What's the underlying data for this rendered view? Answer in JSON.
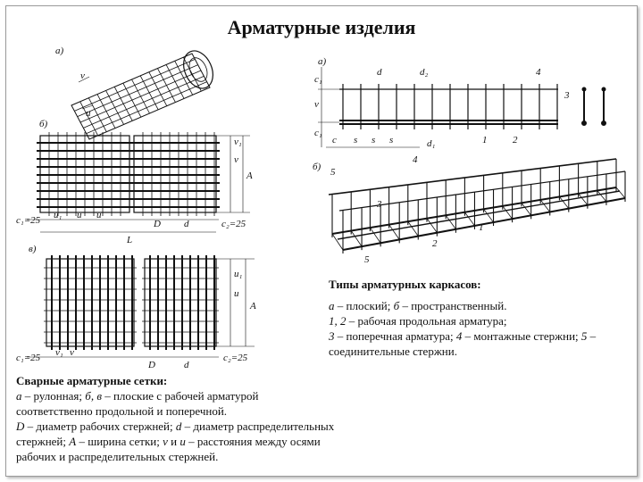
{
  "title": "Арматурные изделия",
  "figure_labels": {
    "a_left": "а)",
    "b_left": "б)",
    "v_left": "в)",
    "a_right": "а)",
    "b_right": "б)",
    "d": "d",
    "d1": "d₁",
    "d2": "d₂",
    "D": "D",
    "A": "A",
    "L": "L",
    "u": "u",
    "u1": "u₁",
    "v": "v",
    "v1": "v₁",
    "c": "c",
    "c1": "c₁",
    "c1_25": "c₁=25",
    "c2_25": "c₂=25",
    "s": "s",
    "n1": "1",
    "n2": "2",
    "n3": "3",
    "n4": "4",
    "n5": "5"
  },
  "frames_caption": {
    "heading": "Типы арматурных каркасов:",
    "lines": [
      {
        "key": "а",
        "text": " – плоский; "
      },
      {
        "key": "б",
        "text": " – пространственный."
      },
      {
        "key": "1, 2",
        "text": " – рабочая продольная арматура;"
      },
      {
        "key": "3",
        "text": " – поперечная арматура; "
      },
      {
        "key": "4",
        "text": " – монтажные стержни; "
      },
      {
        "key": "5",
        "text": " – соединительные стержни."
      }
    ]
  },
  "nets_caption": {
    "heading": "Сварные арматурные сетки:",
    "l1_k1": "а",
    "l1_t1": " – рулонная; ",
    "l1_k2": "б, в",
    "l1_t2": " – плоские с рабочей арматурой",
    "l2_t": "соответственно продольной и поперечной.",
    "l3_k1": "D",
    "l3_t1": " – диаметр рабочих стержней; ",
    "l3_k2": "d",
    "l3_t2": " – диаметр распределительных",
    "l4_t1": "стержней; ",
    "l4_k1": "А",
    "l4_t2": " – ширина сетки; ",
    "l4_k2": "v",
    "l4_t3": " и ",
    "l4_k3": "u",
    "l4_t4": " – расстояния между осями",
    "l5_t": "рабочих и распределительных стержней."
  }
}
